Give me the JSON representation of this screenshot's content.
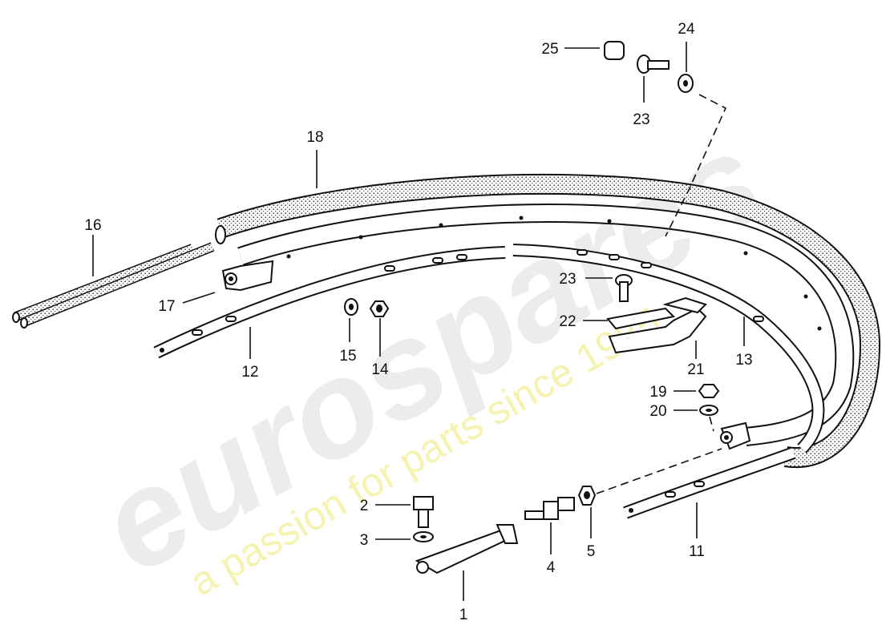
{
  "watermark": {
    "brand": "eurospares",
    "tagline": "a passion for parts since 1985"
  },
  "callouts": {
    "p1": "1",
    "p2": "2",
    "p3": "3",
    "p4": "4",
    "p5": "5",
    "p11": "11",
    "p12": "12",
    "p13": "13",
    "p14": "14",
    "p15": "15",
    "p16": "16",
    "p17": "17",
    "p18": "18",
    "p19": "19",
    "p20": "20",
    "p21": "21",
    "p22": "22",
    "p23a": "23",
    "p23b": "23",
    "p24": "24",
    "p25": "25"
  }
}
